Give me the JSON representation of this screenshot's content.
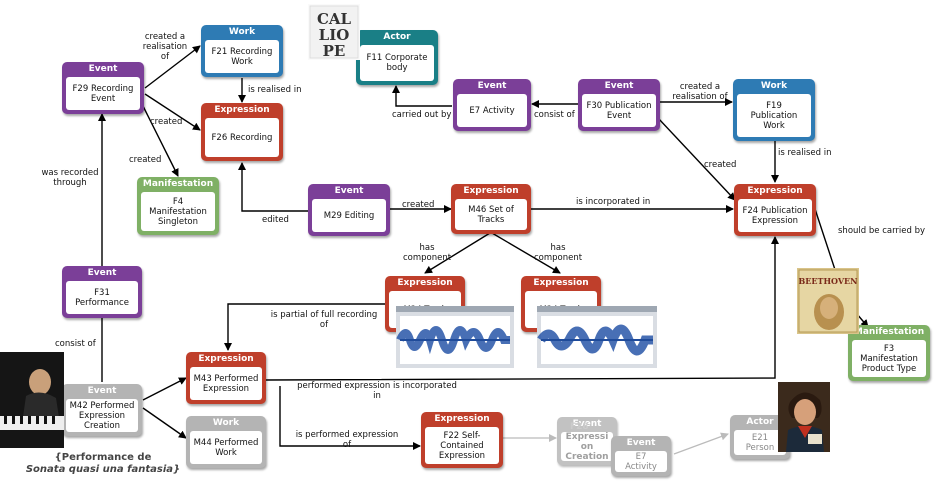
{
  "nodes": {
    "f29": {
      "type": "Event",
      "label": "F29 Recording\nEvent"
    },
    "f21": {
      "type": "Work",
      "label": "F21 Recording\nWork"
    },
    "f26": {
      "type": "Expression",
      "label": "F26 Recording"
    },
    "f4": {
      "type": "Manifestation",
      "label": "F4\nManifestation\nSingleton"
    },
    "f11": {
      "type": "Actor",
      "label": "F11 Corporate\nbody"
    },
    "e7a": {
      "type": "Event",
      "label": "E7 Activity"
    },
    "f30": {
      "type": "Event",
      "label": "F30 Publication\nEvent"
    },
    "f19": {
      "type": "Work",
      "label": "F19\nPublication\nWork"
    },
    "m29": {
      "type": "Event",
      "label": "M29 Editing"
    },
    "m46": {
      "type": "Expression",
      "label": "M46 Set of\nTracks"
    },
    "f24": {
      "type": "Expression",
      "label": "F24 Publication\nExpression"
    },
    "f31": {
      "type": "Event",
      "label": "F31\nPerformance"
    },
    "m24a": {
      "type": "Expression",
      "label": "M24 Track"
    },
    "m24b": {
      "type": "Expression",
      "label": "M24 Track"
    },
    "f3": {
      "type": "Manifestation",
      "label": "F3\nManifestation\nProduct Type"
    },
    "m43": {
      "type": "Expression",
      "label": "M43 Performed\nExpression"
    },
    "m42": {
      "type": "Event",
      "label": "M42 Performed\nExpression\nCreation"
    },
    "m44": {
      "type": "Work",
      "label": "M44 Performed\nWork"
    },
    "f22": {
      "type": "Expression",
      "label": "F22 Self-\nContained\nExpression"
    },
    "f28": {
      "type": "Event",
      "label": "Expressi\non\nCreation"
    },
    "f28_overlap": "F28",
    "e7b": {
      "type": "Event",
      "label": "E7\nActivity"
    },
    "e21": {
      "type": "Actor",
      "label": "E21\nPerson"
    }
  },
  "edges": {
    "created_realisation_f21": "created a\nrealisation\nof",
    "is_realised_in_f26": "is realised in",
    "created_f26": "created",
    "created_f4": "created",
    "was_recorded_through": "was recorded\nthrough",
    "carried_out_by": "carried out by",
    "consist_of_e7": "consist of",
    "created_realisation_f19": "created a\nrealisation of",
    "is_realised_in_f24": "is realised in",
    "created_f24": "created",
    "edited": "edited",
    "created_m46": "created",
    "is_incorporated_in": "is incorporated in",
    "should_be_carried_by": "should be carried by",
    "has_component_a": "has\ncomponent",
    "has_component_b": "has\ncomponent",
    "is_partial_of": "is partial of full recording\nof",
    "consist_of_m42": "consist of",
    "performed_incorporated": "performed expression is incorporated\nin",
    "is_performed_expression_of": "is performed expression\nof"
  },
  "caption": {
    "line1": "{Performance de",
    "line2": "Sonata quasi una fantasia}"
  },
  "logo": {
    "text_top": "CAL",
    "text_mid": "LIO",
    "text_bot": "PE"
  },
  "album": {
    "title": "BEETHOVEN"
  },
  "colors": {
    "event": "#7b3f98",
    "work": "#2e7bb4",
    "expression": "#bf3f2b",
    "manifestation": "#7fb065",
    "actor": "#1a7f86",
    "grey": "#b4b4b4"
  }
}
